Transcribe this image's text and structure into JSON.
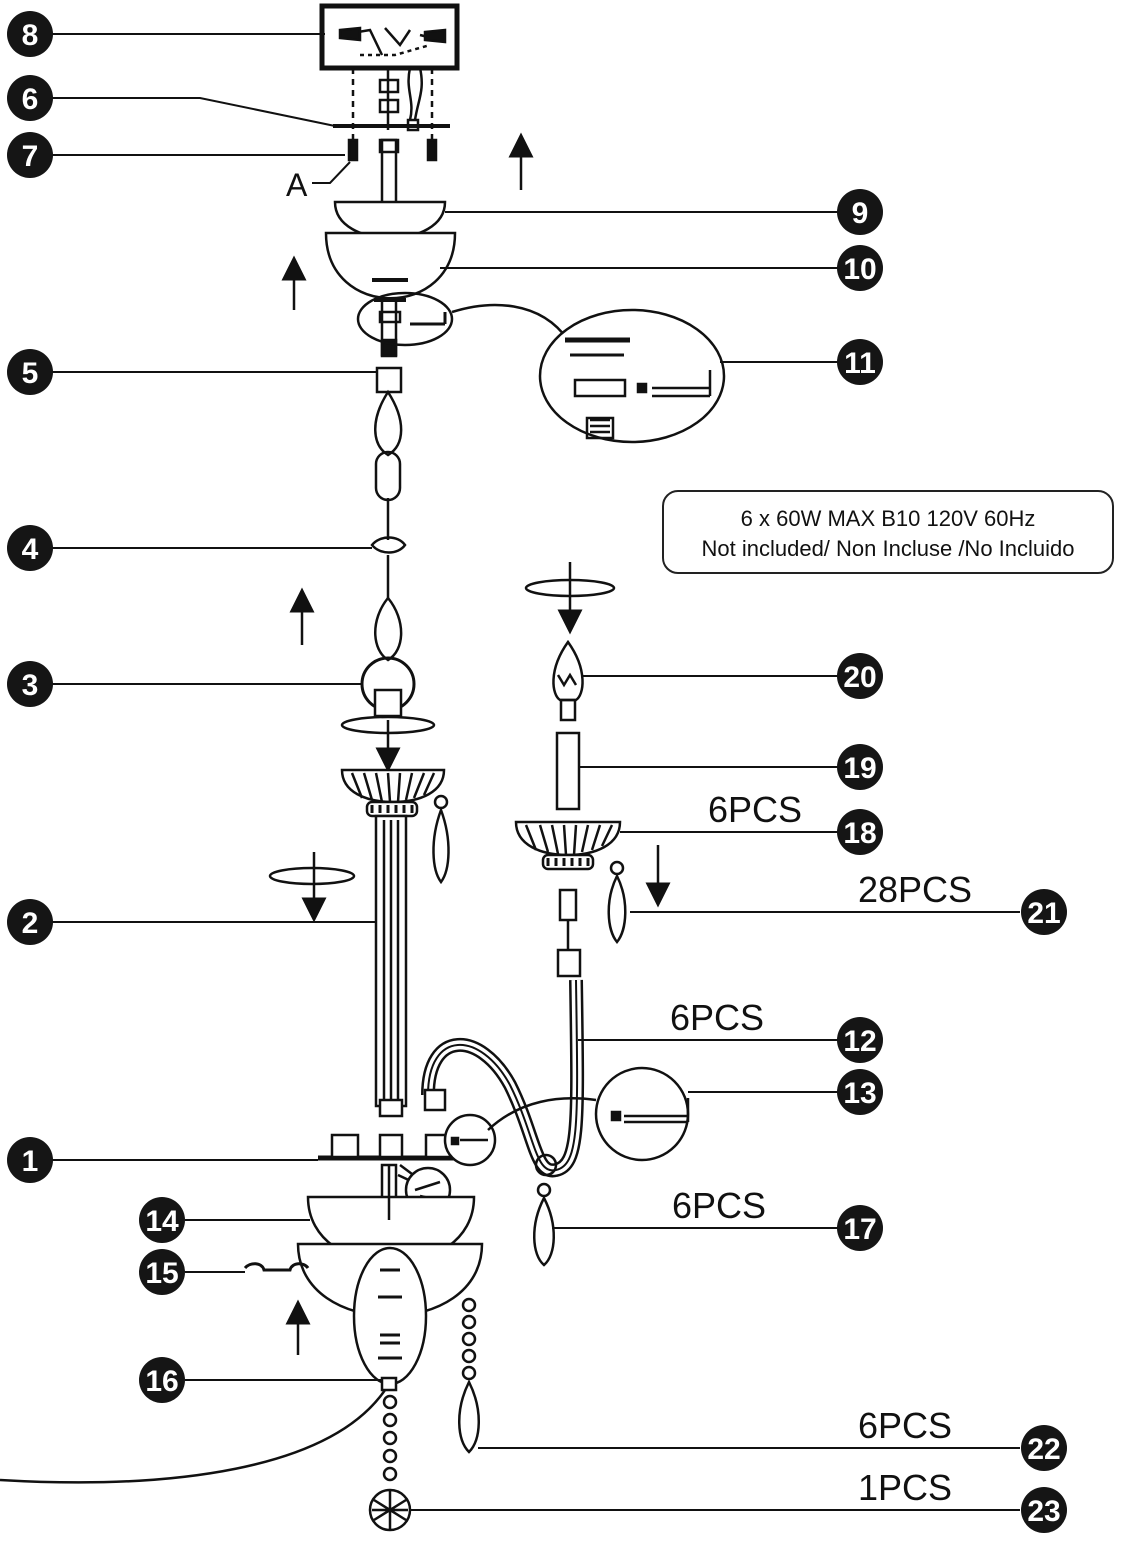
{
  "spec_box": {
    "line1": "6 x 60W MAX B10 120V 60Hz",
    "line2": "Not included/ Non Incluse /No Incluido"
  },
  "letter_a": "A",
  "parts": {
    "p1": "1",
    "p2": "2",
    "p3": "3",
    "p4": "4",
    "p5": "5",
    "p6": "6",
    "p7": "7",
    "p8": "8",
    "p9": "9",
    "p10": "10",
    "p11": "11",
    "p12": "12",
    "p13": "13",
    "p14": "14",
    "p15": "15",
    "p16": "16",
    "p17": "17",
    "p18": "18",
    "p19": "19",
    "p20": "20",
    "p21": "21",
    "p22": "22",
    "p23": "23"
  },
  "quantities": {
    "q18": "6PCS",
    "q21": "28PCS",
    "q12": "6PCS",
    "q17": "6PCS",
    "q22": "6PCS",
    "q23": "1PCS"
  },
  "colors": {
    "line": "#111111",
    "badge": "#151515",
    "badge_text": "#ffffff"
  }
}
